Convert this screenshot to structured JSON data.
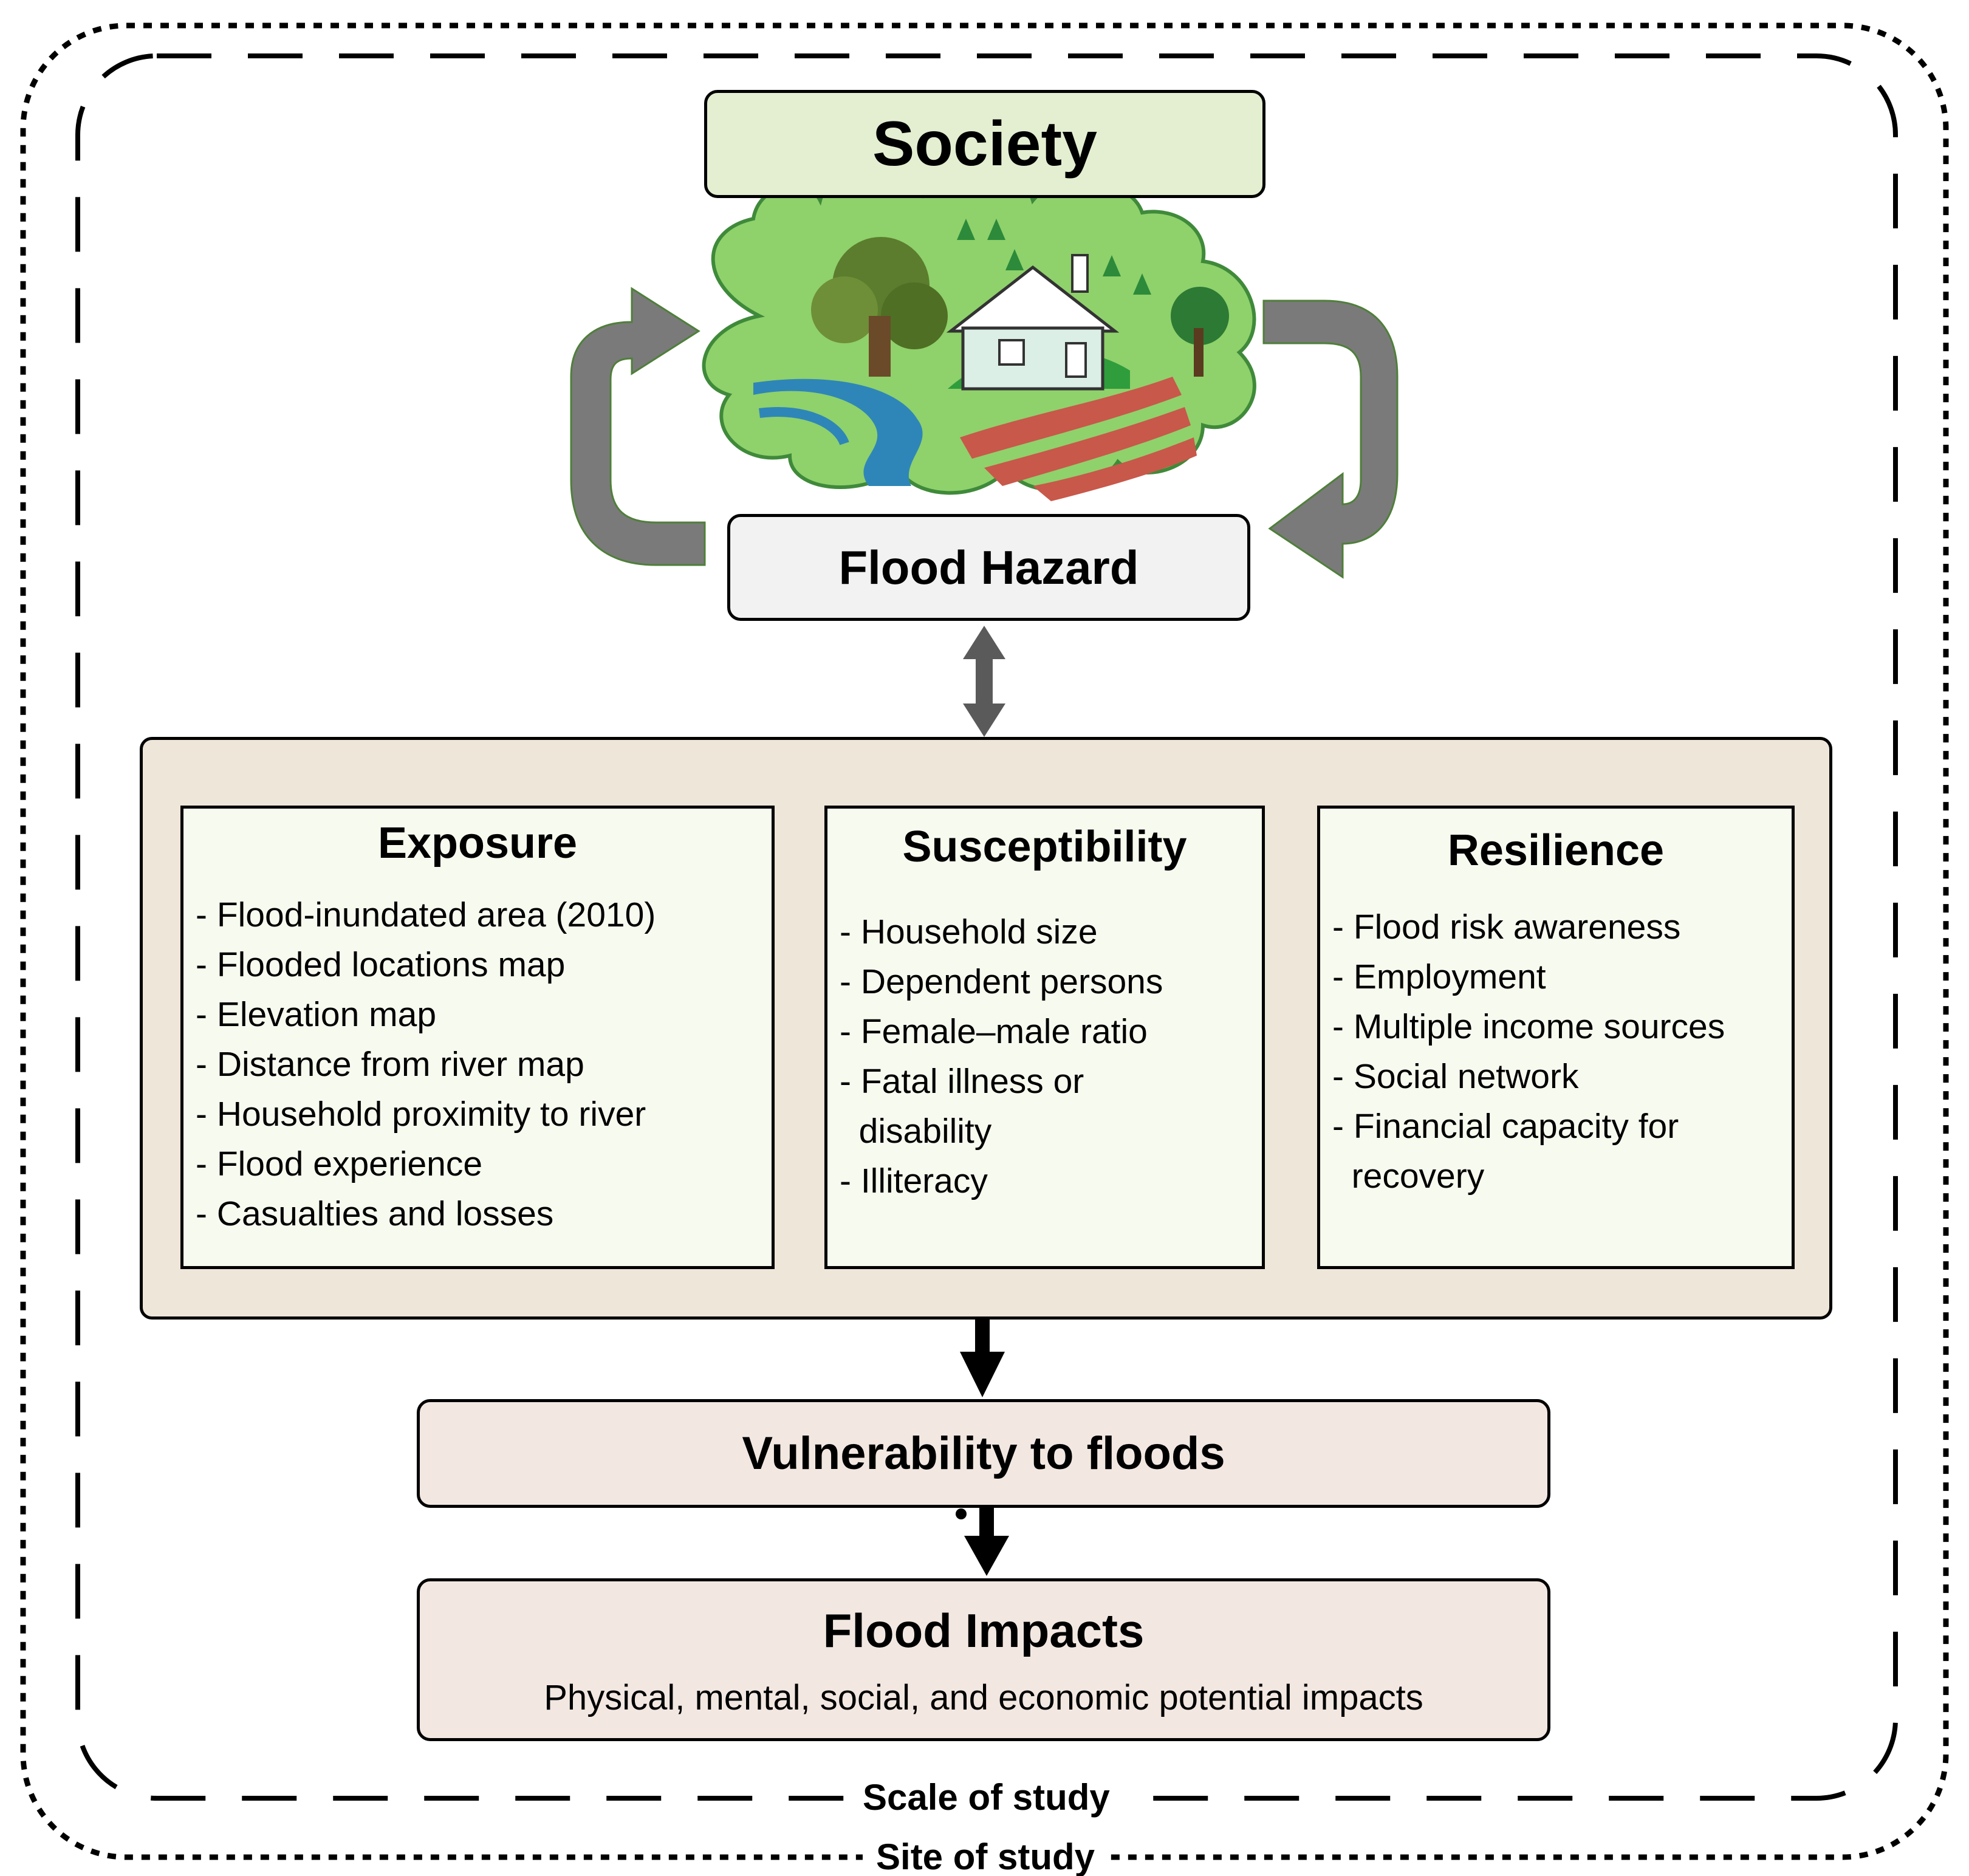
{
  "society": {
    "label": "Society"
  },
  "hazard": {
    "label": "Flood Hazard"
  },
  "factors": {
    "exposure": {
      "title": "Exposure",
      "items": [
        "- Flood-inundated area (2010)",
        "- Flooded locations map",
        "- Elevation map",
        "- Distance from river map",
        "- Household proximity to river",
        "- Flood experience",
        "- Casualties and losses"
      ]
    },
    "susceptibility": {
      "title": "Susceptibility",
      "items": [
        "- Household size",
        "- Dependent persons",
        "- Female–male ratio",
        "- Fatal illness or",
        "  disability",
        "- Illiteracy"
      ]
    },
    "resilience": {
      "title": "Resilience",
      "items": [
        "- Flood risk awareness",
        "- Employment",
        "- Multiple income sources",
        "- Social network",
        "- Financial capacity for",
        "  recovery"
      ]
    }
  },
  "vulnerability": {
    "label": "Vulnerability to floods"
  },
  "impacts": {
    "title": "Flood Impacts",
    "subtitle": "Physical, mental, social, and economic potential impacts"
  },
  "frames": {
    "scale_label": "Scale of study",
    "site_label": "Site of study"
  },
  "colors": {
    "society_fill": "#e4efd2",
    "hazard_fill": "#f2f2f2",
    "panel_fill": "#efe6da",
    "card_fill": "#f7faef",
    "outcome_fill": "#f2e8e1",
    "cycle_arrow": "#7a7a7a",
    "landscape_green": "#8fd16b",
    "river_blue": "#2e86b8",
    "field_red": "#c8584a"
  },
  "icons": {
    "landscape": "flood-landscape-illustration",
    "cycle": "cycle-arrows"
  }
}
